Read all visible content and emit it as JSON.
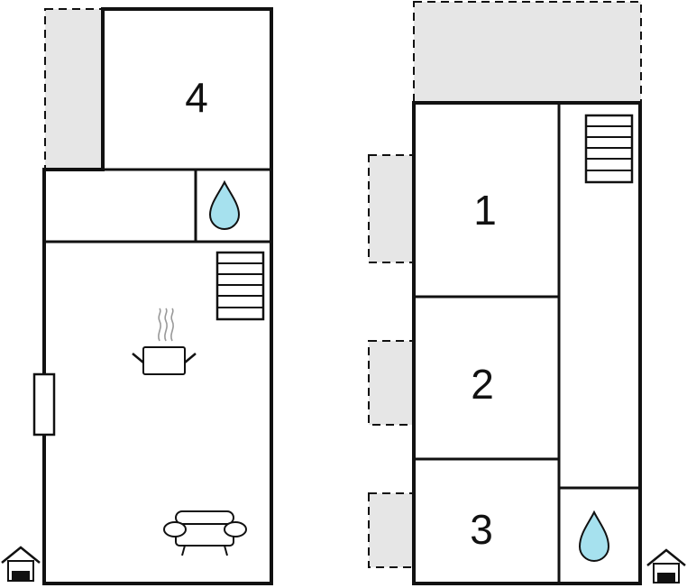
{
  "rooms": [
    {
      "number": "1"
    },
    {
      "number": "2"
    },
    {
      "number": "3"
    },
    {
      "number": "4"
    }
  ],
  "icons": {
    "water": "water-drop-icon",
    "stairs": "stairs-icon",
    "kitchen": "cooking-pot-icon",
    "living": "sofa-icon",
    "entrance": "entrance-house-icon",
    "door": "door-icon"
  },
  "colors": {
    "wall": "#111111",
    "outdoor": "#e6e6e6",
    "water": "#a6e1ee",
    "background": "#ffffff"
  }
}
